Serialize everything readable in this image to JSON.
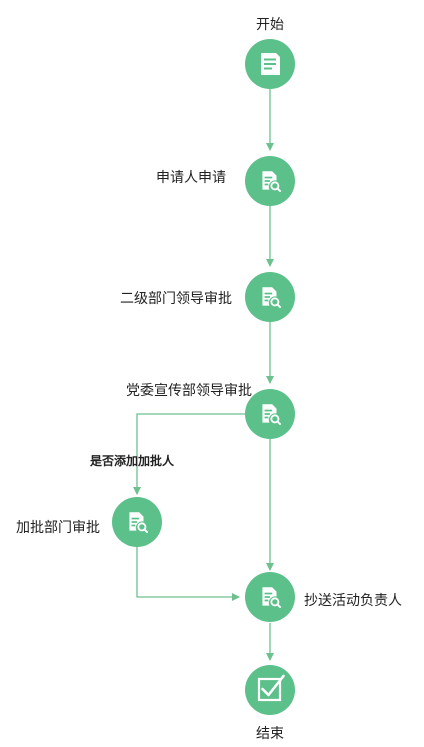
{
  "colors": {
    "node_fill": "#5cc08a",
    "edge": "#6cc18f",
    "icon": "#ffffff"
  },
  "nodes": {
    "start": {
      "label": "开始",
      "icon": "document-list-icon"
    },
    "applicant": {
      "label": "申请人申请",
      "icon": "document-search-icon"
    },
    "level2_dept_leader": {
      "label": "二级部门领导审批",
      "icon": "document-search-icon"
    },
    "party_committee_leader": {
      "label": "党委宣传部领导审批",
      "icon": "document-search-icon"
    },
    "additional_dept": {
      "label": "加批部门审批",
      "icon": "document-search-icon"
    },
    "cc_activity_lead": {
      "label": "抄送活动负责人",
      "icon": "document-search-icon"
    },
    "end": {
      "label": "结束",
      "icon": "check-square-icon"
    }
  },
  "edges": {
    "branch_label": "是否添加加批人"
  }
}
